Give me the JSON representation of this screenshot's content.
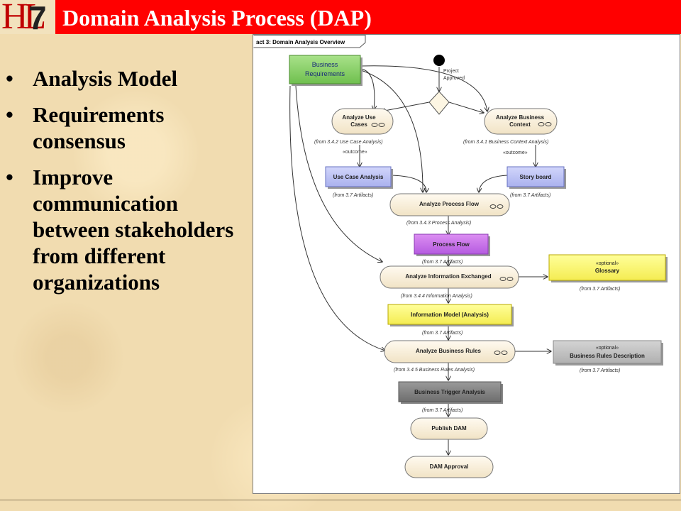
{
  "slide": {
    "title": "Domain Analysis Process (DAP)",
    "logo_text_hl": "HL",
    "logo_text_7": "7",
    "bullet_glyph": "•",
    "bullets": [
      "Analysis Model",
      "Requirements consensus",
      "Improve communication between stakeholders from different organizations"
    ]
  },
  "diagram": {
    "frame_label": "act 3: Domain Analysis Overview",
    "start_label_1": "Project",
    "start_label_2": "Approved",
    "business_requirements_1": "Business",
    "business_requirements_2": "Requirements",
    "analyze_use_cases_1": "Analyze Use",
    "analyze_use_cases_2": "Cases",
    "analyze_use_cases_from": "(from 3.4.2 Use Case Analysis)",
    "analyze_business_context_1": "Analyze Business",
    "analyze_business_context_2": "Context",
    "analyze_business_context_from": "(from 3.4.1 Business Context Analysis)",
    "outcome_left": "«outcome»",
    "outcome_right": "«outcome»",
    "use_case_analysis": "Use Case Analysis",
    "use_case_analysis_from": "(from 3.7 Artifacts)",
    "story_board": "Story board",
    "story_board_from": "(from 3.7 Artifacts)",
    "analyze_process_flow": "Analyze Process Flow",
    "analyze_process_flow_from": "(from 3.4.3 Process Analysis)",
    "process_flow": "Process Flow",
    "process_flow_from": "(from 3.7 Artifacts)",
    "analyze_information_exchanged": "Analyze Information Exchanged",
    "analyze_information_exchanged_from": "(from 3.4.4 Information Analysis)",
    "glossary_stereotype": "«optional»",
    "glossary": "Glossary",
    "glossary_from": "(from 3.7 Artifacts)",
    "information_model": "Information Model (Analysis)",
    "information_model_from": "(from 3.7 Artifacts)",
    "analyze_business_rules": "Analyze Business Rules",
    "analyze_business_rules_from": "(from 3.4.5 Business Rules Analysis)",
    "business_rules_description_stereotype": "«optional»",
    "business_rules_description": "Business Rules Description",
    "business_rules_description_from": "(from 3.7 Artifacts)",
    "business_trigger_analysis": "Business Trigger Analysis",
    "business_trigger_analysis_from": "(from 3.7 Artifacts)",
    "publish_dam": "Publish DAM",
    "dam_approval": "DAM Approval"
  }
}
